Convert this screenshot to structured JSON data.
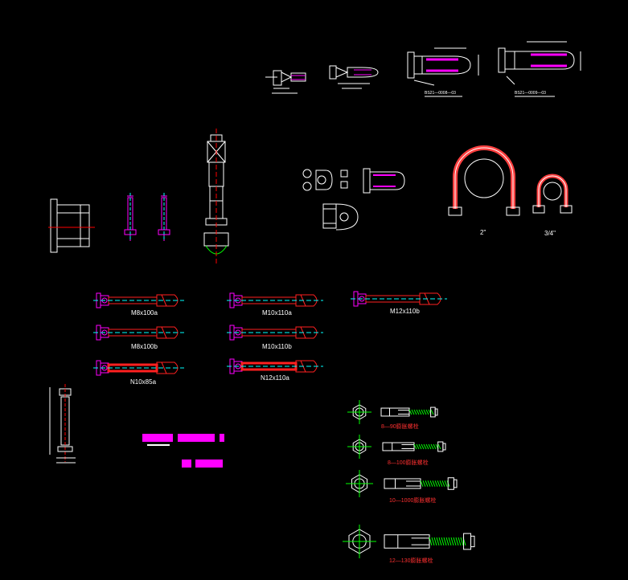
{
  "canvas": {
    "background": "#000000"
  },
  "colors": {
    "white": "#ffffff",
    "red": "#ff1a1a",
    "magenta": "#ff00ff",
    "cyan": "#00ffff",
    "green": "#00ff00",
    "yellow": "#ffff00",
    "blue": "#4040ff"
  },
  "drawings": {
    "clamps_top": {
      "labels": [
        "BS21—0008—03",
        "BS21—0009—03"
      ]
    },
    "u_bolts": {
      "labels": [
        "2\"",
        "3/4\""
      ]
    },
    "expansion_bolts": {
      "labels": [
        "M8x100a",
        "M8x100b",
        "N10x85a",
        "M10x110a",
        "M10x110b",
        "N12x110a",
        "M12x110b"
      ]
    },
    "bolt_assemblies": {
      "labels": [
        "8—90",
        "8—100",
        "10—1000",
        "12—130"
      ],
      "suffix": "膨胀螺栓"
    }
  }
}
